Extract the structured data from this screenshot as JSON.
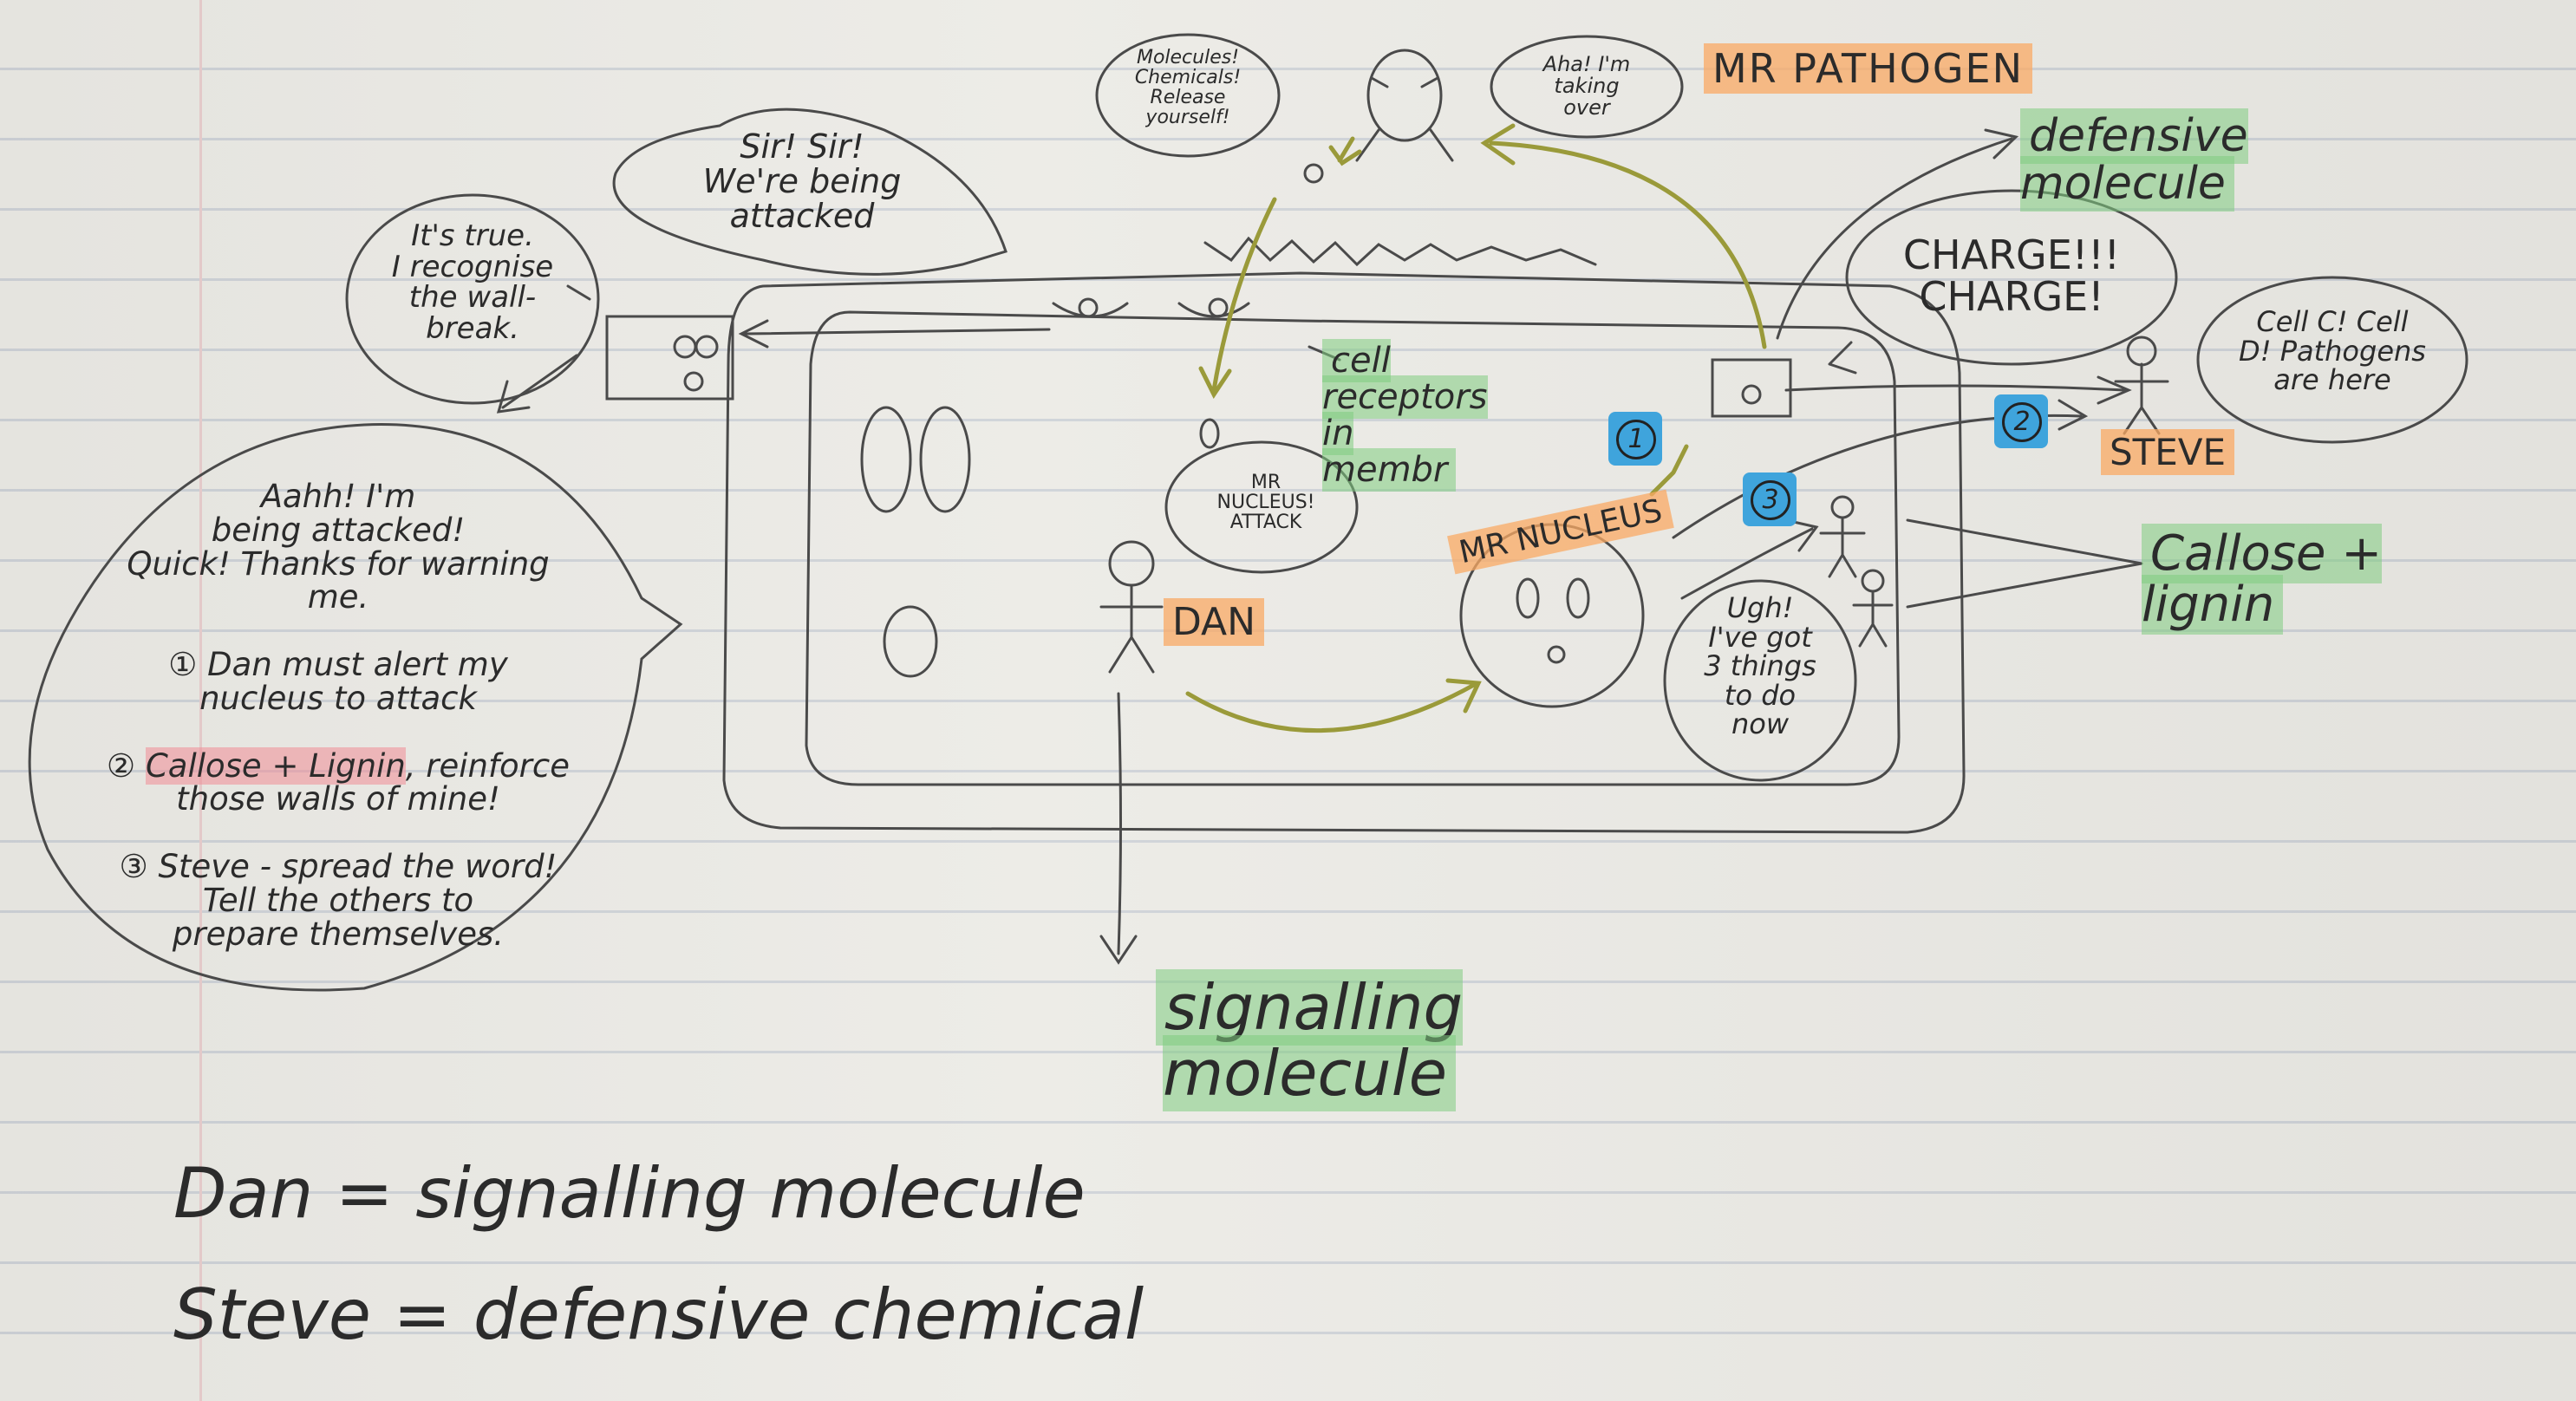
{
  "notes": {
    "title_top": "MR PATHOGEN",
    "pathogen_speech": "Molecules!\nChemicals!\nRelease\nyourself!",
    "pathogen_taking_over": "Aha! I'm\ntaking\nover",
    "defensive_molecule": "defensive\nmolecule",
    "cell_sir": "Sir! Sir!\nWe're being\nattacked",
    "wall_recognise": "It's true.\nI recognise\nthe wall-\nbreak.",
    "cell_receptors": "cell\nreceptors\nin\nmembr",
    "charge": "CHARGE!!!\nCHARGE!",
    "cell_cd": "Cell C! Cell\nD! Pathogens\nare here",
    "steve_label": "STEVE",
    "dan_label": "DAN",
    "nucleus_label": "MR NUCLEUS",
    "dan_speech": "MR\nNUCLEUS!\nATTACK",
    "nucleus_speech": "Ugh!\nI've got\n3 things\nto do\nnow",
    "callose_lignin": "Callose +\nlignin",
    "big_speech_1": "Aahh! I'm\nbeing attacked!\nQuick! Thanks for warning\nme.",
    "big_speech_2_a": "① Dan must alert my\nnucleus to attack",
    "big_speech_2_b": "② ",
    "big_speech_2_hl": "Callose + Lignin",
    "big_speech_2_c": ", reinforce\nthose walls of mine!",
    "big_speech_3": "③ Steve - spread the word!\nTell the others to\nprepare themselves.",
    "signalling_molecule": "signalling\nmolecule",
    "legend_dan": "Dan = signalling molecule",
    "legend_steve": "Steve = defensive chemical",
    "badge_1": "1",
    "badge_2": "2",
    "badge_3": "3"
  },
  "colors": {
    "highlight_green": "#80cc80",
    "highlight_orange": "#f9aa64",
    "highlight_pink": "#f08c96",
    "badge_blue": "#3fa4dc",
    "arrow_olive": "#9a9a3a",
    "pencil": "#2b2b2b"
  }
}
